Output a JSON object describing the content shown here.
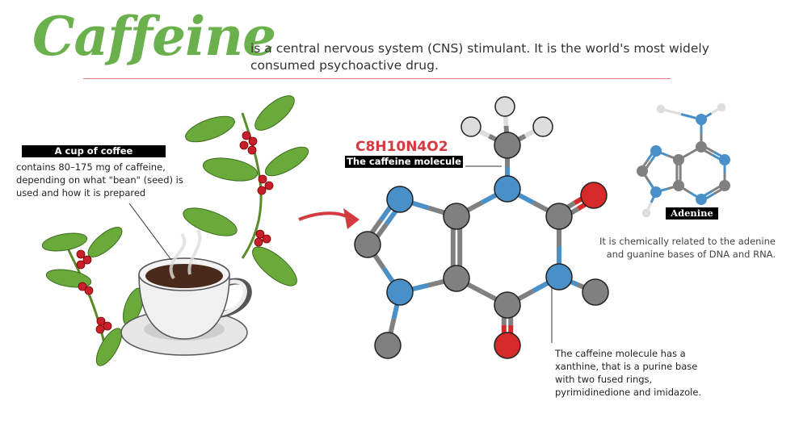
{
  "header": {
    "title": "Caffeine",
    "intro": "is a central nervous system (CNS) stimulant.  It is the world's most widely consumed psychoactive drug."
  },
  "coffee": {
    "label": "A cup of coffee",
    "description": "contains 80–175 mg of caffeine, depending on what \"bean\" (seed) is used and how it is prepared"
  },
  "molecule": {
    "formula": "C8H10N4O2",
    "label": "The caffeine molecule",
    "note": "The caffeine molecule has a xanthine, that is a purine base with two fused rings, pyrimidinedione and imidazole."
  },
  "adenine": {
    "label": "Adenine",
    "note": "It is chemically related to the adenine and guanine bases of DNA and RNA."
  },
  "colors": {
    "accent_green": "#6ab04c",
    "formula_red": "#d33b40",
    "nitrogen": "#4a90c8",
    "carbon": "#808080",
    "oxygen": "#d62a2a",
    "hydrogen": "#dddddd"
  }
}
